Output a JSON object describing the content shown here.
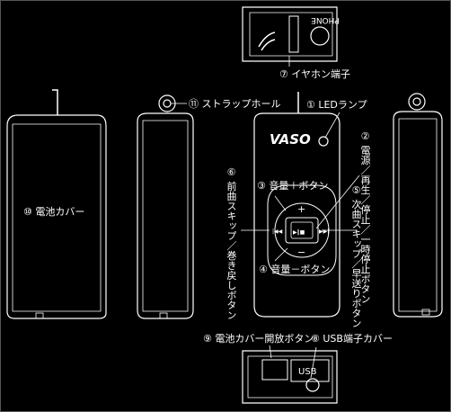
{
  "labels": {
    "earphone": "⑦ イヤホン端子",
    "strap": "⑪ ストラップホール",
    "led": "① LEDランプ",
    "power": "② 電源／再生／停止／一時停止ボタン",
    "vol_up": "③ 音量＋ボタン",
    "vol_down": "④ 音量－ボタン",
    "next": "⑤ 次曲スキップ／早送りボタン",
    "prev": "⑥ 前曲スキップ／巻き戻しボタン",
    "usb_cover": "⑧ USB端子カバー",
    "battery_open": "⑨ 電池カバー開放ボタン",
    "battery_cover": "⑩ 電池カバー"
  },
  "device_text": {
    "phone": "PHONE",
    "brand": "VASO",
    "usb": "USB",
    "plus": "+",
    "minus": "−",
    "play": "▶‖■",
    "next_icon": "▶▶|",
    "prev_icon": "|◀◀"
  }
}
